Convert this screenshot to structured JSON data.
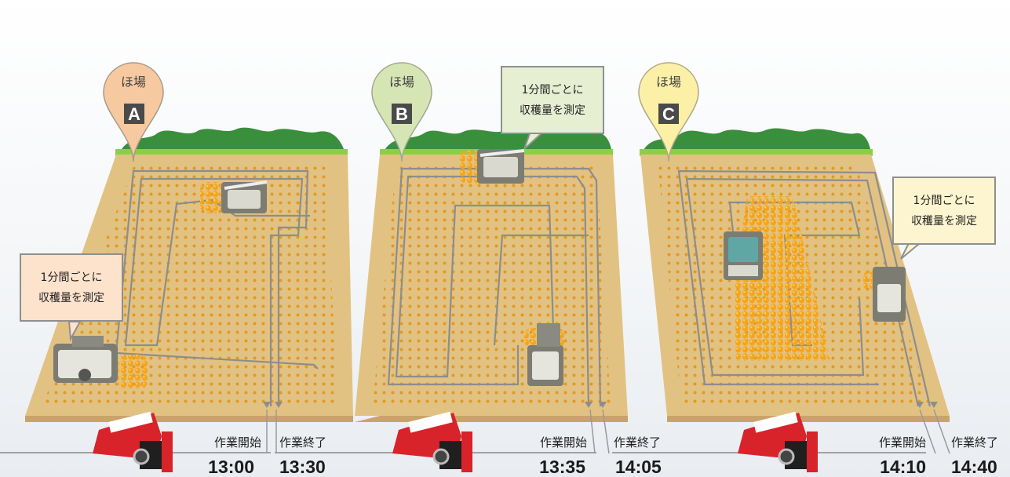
{
  "fields": [
    {
      "id": "A",
      "pin_label": "ほ場",
      "pin_letter": "A",
      "pin_color": "#f7c9a0",
      "note_line1": "1分間ごとに",
      "note_line2": "収穫量を測定",
      "note_color": "#fde2cc",
      "start_label": "作業開始",
      "start_time": "13:00",
      "end_label": "作業終了",
      "end_time": "13:30"
    },
    {
      "id": "B",
      "pin_label": "ほ場",
      "pin_letter": "B",
      "pin_color": "#d6e5b4",
      "note_line1": "1分間ごとに",
      "note_line2": "収穫量を測定",
      "note_color": "#e7efd3",
      "start_label": "作業開始",
      "start_time": "13:35",
      "end_label": "作業終了",
      "end_time": "14:05"
    },
    {
      "id": "C",
      "pin_label": "ほ場",
      "pin_letter": "C",
      "pin_color": "#fbf0a6",
      "note_line1": "1分間ごとに",
      "note_line2": "収穫量を測定",
      "note_color": "#fcf5cf",
      "start_label": "作業開始",
      "start_time": "14:10",
      "end_label": "作業終了",
      "end_time": "14:40"
    }
  ],
  "colors": {
    "field": "#e2c283",
    "field_edge": "#c9a46a",
    "bushes": "#3a8f3c",
    "grass": "#8ccf45",
    "crop": "#f3a21a",
    "path": "#8d8d8d",
    "harvester_red": "#d8232a",
    "ground_line": "#9a9a9a"
  }
}
